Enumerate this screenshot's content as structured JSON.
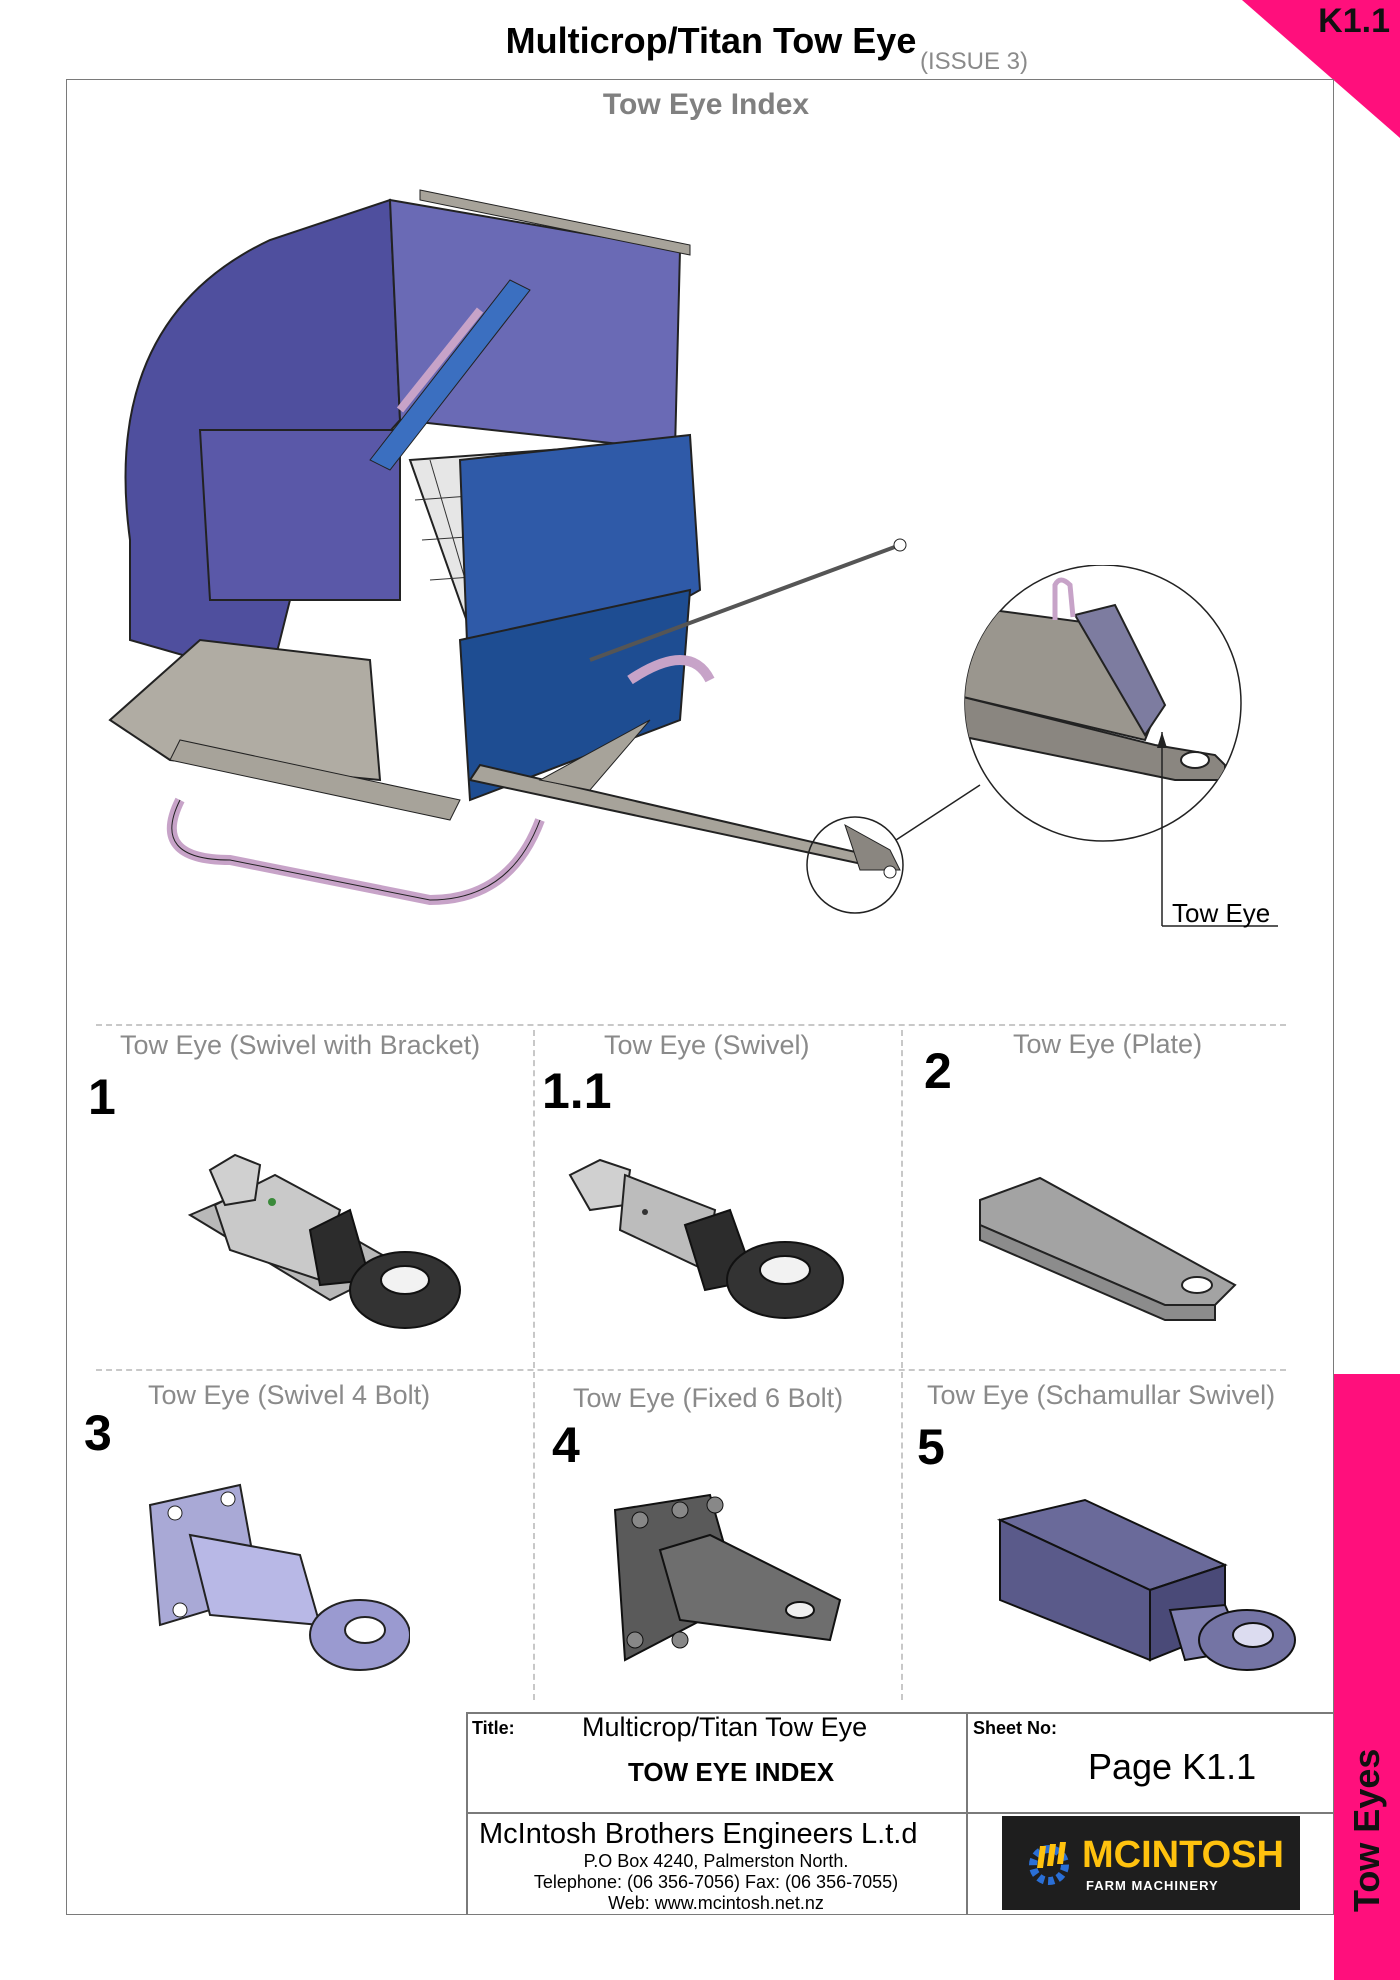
{
  "page_title": "Multicrop/Titan Tow Eye",
  "issue": "(ISSUE 3)",
  "corner_code": "K1.1",
  "section_title": "Tow Eye Index",
  "main_view": {
    "callout_label": "Tow Eye"
  },
  "cells": [
    {
      "number": "1",
      "label": "Tow Eye (Swivel with Bracket)"
    },
    {
      "number": "1.1",
      "label": "Tow Eye (Swivel)"
    },
    {
      "number": "2",
      "label": "Tow Eye (Plate)"
    },
    {
      "number": "3",
      "label": "Tow Eye (Swivel 4 Bolt)"
    },
    {
      "number": "4",
      "label": "Tow Eye (Fixed 6 Bolt)"
    },
    {
      "number": "5",
      "label": "Tow Eye (Schamullar Swivel)"
    }
  ],
  "title_block": {
    "title_caption": "Title:",
    "title_value": "Multicrop/Titan Tow Eye",
    "subtitle_value": "TOW EYE INDEX",
    "sheet_caption": "Sheet No:",
    "sheet_value": "Page K1.1",
    "company": "McIntosh Brothers Engineers L.t.d",
    "address_lines": [
      "P.O Box 4240, Palmerston North.",
      "Telephone: (06 356-7056)   Fax: (06 356-7055)",
      "Web: www.mcintosh.net.nz"
    ],
    "logo_text": "MCINTOSH",
    "logo_sub": "FARM MACHINERY"
  },
  "side_tab_label": "Tow Eyes",
  "colors": {
    "accent_pink": "#ff0f7c",
    "machine_blue": "#4f4f9e",
    "steel_grey": "#a7a39a",
    "rail_pink": "#c7a3c8",
    "logo_yellow": "#ffc20e"
  }
}
